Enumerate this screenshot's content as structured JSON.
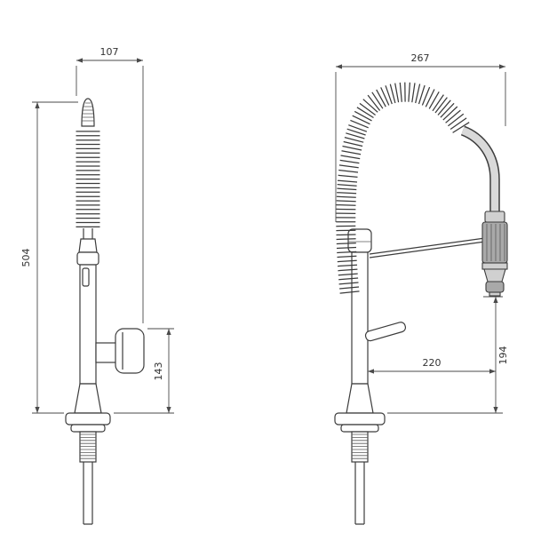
{
  "dimensions": {
    "side_top_width": "107",
    "side_overall_height": "504",
    "side_spout_height": "143",
    "front_overall_width": "267",
    "front_spray_reach": "220",
    "front_spray_height": "194"
  },
  "colors": {
    "line": "#3c3c3c",
    "dimension": "#4a4a4a",
    "fill_light": "#d9d9d9",
    "fill_mid": "#a9a9a9",
    "background": "#ffffff"
  }
}
